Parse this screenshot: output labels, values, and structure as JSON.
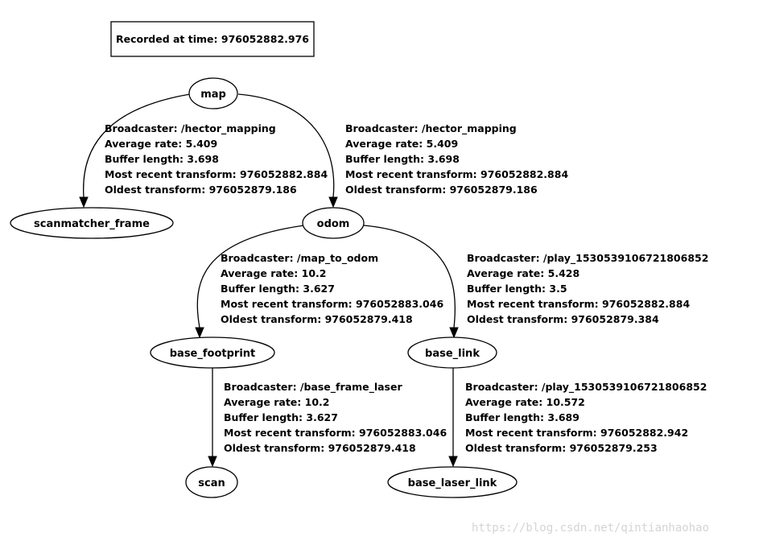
{
  "header": {
    "recorded_at": "Recorded at time: 976052882.976"
  },
  "nodes": {
    "map": "map",
    "scanmatcher_frame": "scanmatcher_frame",
    "odom": "odom",
    "base_footprint": "base_footprint",
    "base_link": "base_link",
    "scan": "scan",
    "base_laser_link": "base_laser_link"
  },
  "edges": [
    {
      "from": "map",
      "to": "scanmatcher_frame",
      "labels": [
        "Broadcaster: /hector_mapping",
        "Average rate: 5.409",
        "Buffer length: 3.698",
        "Most recent transform: 976052882.884",
        "Oldest transform: 976052879.186"
      ]
    },
    {
      "from": "map",
      "to": "odom",
      "labels": [
        "Broadcaster: /hector_mapping",
        "Average rate: 5.409",
        "Buffer length: 3.698",
        "Most recent transform: 976052882.884",
        "Oldest transform: 976052879.186"
      ]
    },
    {
      "from": "odom",
      "to": "base_footprint",
      "labels": [
        "Broadcaster: /map_to_odom",
        "Average rate: 10.2",
        "Buffer length: 3.627",
        "Most recent transform: 976052883.046",
        "Oldest transform: 976052879.418"
      ]
    },
    {
      "from": "odom",
      "to": "base_link",
      "labels": [
        "Broadcaster: /play_1530539106721806852",
        "Average rate: 5.428",
        "Buffer length: 3.5",
        "Most recent transform: 976052882.884",
        "Oldest transform: 976052879.384"
      ]
    },
    {
      "from": "base_footprint",
      "to": "scan",
      "labels": [
        "Broadcaster: /base_frame_laser",
        "Average rate: 10.2",
        "Buffer length: 3.627",
        "Most recent transform: 976052883.046",
        "Oldest transform: 976052879.418"
      ]
    },
    {
      "from": "base_link",
      "to": "base_laser_link",
      "labels": [
        "Broadcaster: /play_1530539106721806852",
        "Average rate: 10.572",
        "Buffer length: 3.689",
        "Most recent transform: 976052882.942",
        "Oldest transform: 976052879.253"
      ]
    }
  ],
  "watermark": "https://blog.csdn.net/qintianhaohao"
}
